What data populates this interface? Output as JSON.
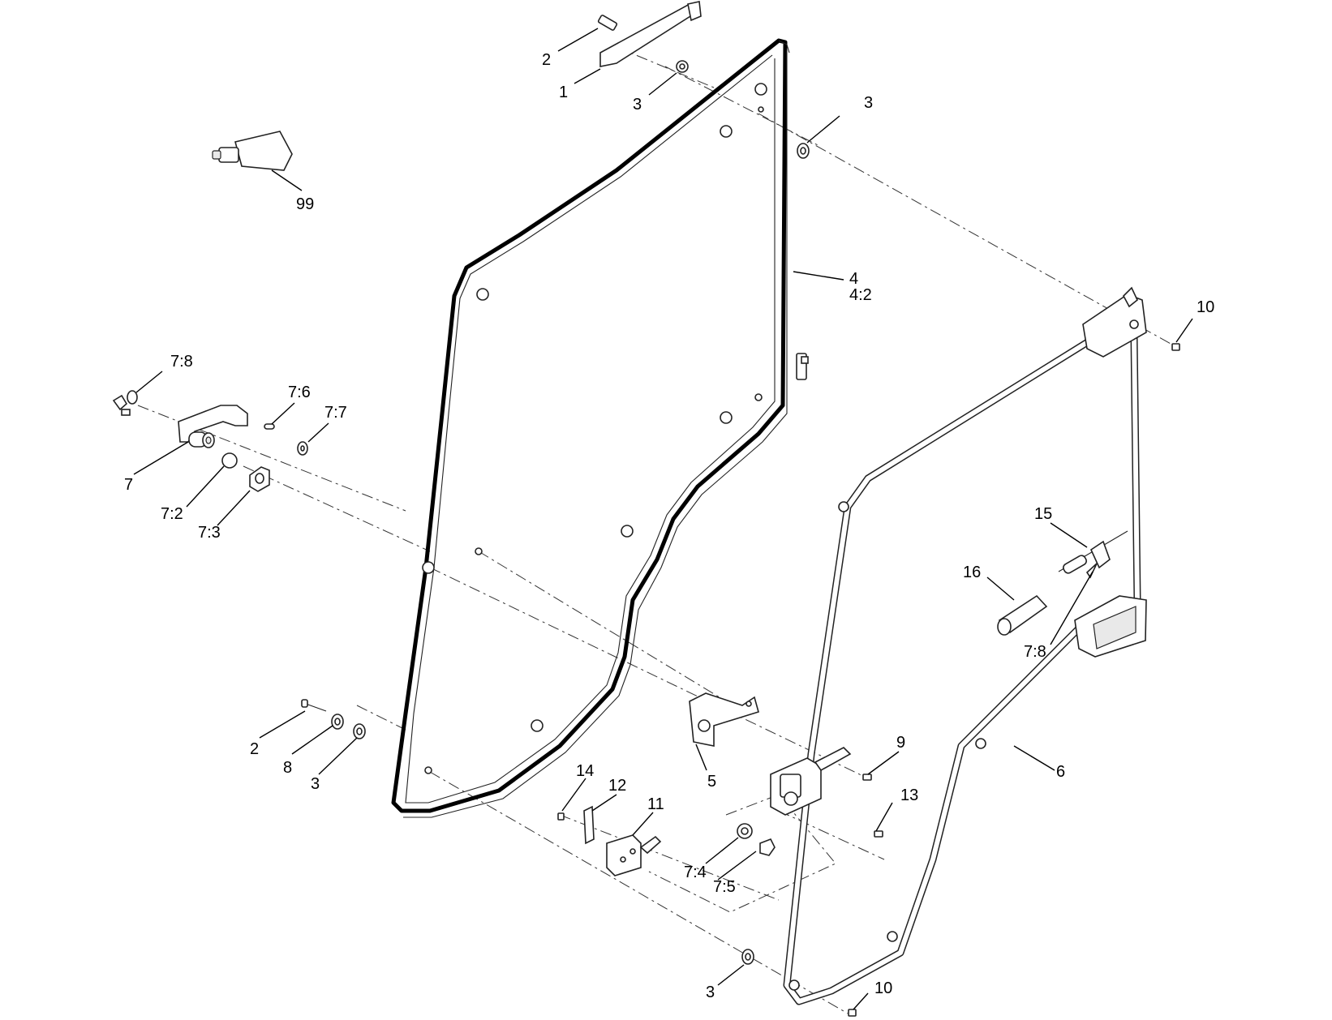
{
  "callouts": [
    {
      "id": "c-2a",
      "text": "2"
    },
    {
      "id": "c-1",
      "text": "1"
    },
    {
      "id": "c-3a",
      "text": "3"
    },
    {
      "id": "c-3b",
      "text": "3"
    },
    {
      "id": "c-99",
      "text": "99"
    },
    {
      "id": "c-4",
      "text": "4"
    },
    {
      "id": "c-4-2",
      "text": "4:2"
    },
    {
      "id": "c-10a",
      "text": "10"
    },
    {
      "id": "c-7-8a",
      "text": "7:8"
    },
    {
      "id": "c-7-6",
      "text": "7:6"
    },
    {
      "id": "c-7-7",
      "text": "7:7"
    },
    {
      "id": "c-7",
      "text": "7"
    },
    {
      "id": "c-7-2",
      "text": "7:2"
    },
    {
      "id": "c-7-3",
      "text": "7:3"
    },
    {
      "id": "c-15",
      "text": "15"
    },
    {
      "id": "c-16",
      "text": "16"
    },
    {
      "id": "c-7-8b",
      "text": "7:8"
    },
    {
      "id": "c-9",
      "text": "9"
    },
    {
      "id": "c-6",
      "text": "6"
    },
    {
      "id": "c-2b",
      "text": "2"
    },
    {
      "id": "c-8",
      "text": "8"
    },
    {
      "id": "c-3c",
      "text": "3"
    },
    {
      "id": "c-5",
      "text": "5"
    },
    {
      "id": "c-14",
      "text": "14"
    },
    {
      "id": "c-12",
      "text": "12"
    },
    {
      "id": "c-11",
      "text": "11"
    },
    {
      "id": "c-13",
      "text": "13"
    },
    {
      "id": "c-7-4",
      "text": "7:4"
    },
    {
      "id": "c-7-5",
      "text": "7:5"
    },
    {
      "id": "c-3d",
      "text": "3"
    },
    {
      "id": "c-10b",
      "text": "10"
    }
  ]
}
